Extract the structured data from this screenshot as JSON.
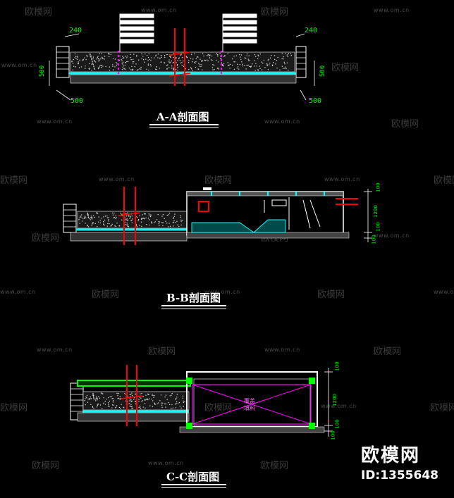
{
  "sections": [
    {
      "title": "A-A剖面图"
    },
    {
      "title": "B-B剖面图"
    },
    {
      "title": "C-C剖面图"
    }
  ],
  "dimensions": {
    "a_left_top": "240",
    "a_right_top": "240",
    "a_left_side": "500",
    "a_right_side": "500",
    "a_bottom": "500",
    "a_bottom_right": "500",
    "b_right_1": "100",
    "b_right_2": "1200",
    "b_right_3": "100",
    "b_right_4": "100",
    "c_right_1": "100",
    "c_right_2": "1200",
    "c_right_3": "100",
    "c_right_4": "100"
  },
  "labels": {
    "c_box_label_1": "覆盖",
    "c_box_label_2": "填料"
  },
  "watermark": {
    "brand": "欧模网",
    "url": "www.om.cn"
  },
  "logo": {
    "brand": "欧模网",
    "id": "ID:1355648"
  },
  "colors": {
    "background": "#000000",
    "dim_green": "#00ff00",
    "water_cyan": "#00ffff",
    "pipe_red": "#ff0000",
    "magenta": "#ff00ff",
    "line_white": "#ffffff",
    "watermark_gray": "#3a3a3a"
  }
}
